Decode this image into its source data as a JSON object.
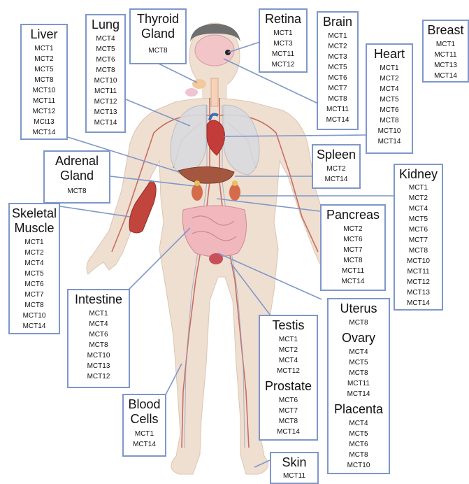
{
  "diagram": {
    "accent_color": "#7f97c9",
    "organs": [
      {
        "id": "liver",
        "title": [
          "Liver"
        ],
        "genes": [
          "MCT1",
          "MCT2",
          "MCT5",
          "MCT8",
          "MCT10",
          "MCT11",
          "MCT12",
          "MCt13",
          "MCT14"
        ]
      },
      {
        "id": "lung",
        "title": [
          "Lung"
        ],
        "genes": [
          "MCT4",
          "MCT5",
          "MCT6",
          "MCT8",
          "MCT10",
          "MCT11",
          "MCT12",
          "MCT13",
          "MCT14"
        ]
      },
      {
        "id": "thyroid",
        "title": [
          "Thyroid",
          "Gland"
        ],
        "genes": [
          "MCT8"
        ]
      },
      {
        "id": "retina",
        "title": [
          "Retina"
        ],
        "genes": [
          "MCT1",
          "MCT3",
          "MCT11",
          "MCT12"
        ]
      },
      {
        "id": "brain",
        "title": [
          "Brain"
        ],
        "genes": [
          "MCT1",
          "MCT2",
          "MCT3",
          "MCT5",
          "MCT6",
          "MCT7",
          "MCT8",
          "MCT11",
          "MCT14"
        ]
      },
      {
        "id": "breast",
        "title": [
          "Breast"
        ],
        "genes": [
          "MCT1",
          "MCT11",
          "MCT13",
          "MCT14"
        ]
      },
      {
        "id": "heart",
        "title": [
          "Heart"
        ],
        "genes": [
          "MCT1",
          "MCT2",
          "MCT4",
          "MCT5",
          "MCT6",
          "MCT8",
          "MCT10",
          "MCT14"
        ]
      },
      {
        "id": "adrenal",
        "title": [
          "Adrenal",
          "Gland"
        ],
        "genes": [
          "MCT8"
        ]
      },
      {
        "id": "spleen",
        "title": [
          "Spleen"
        ],
        "genes": [
          "MCT2",
          "MCT14"
        ]
      },
      {
        "id": "kidney",
        "title": [
          "Kidney"
        ],
        "genes": [
          "MCT1",
          "MCT2",
          "MCT4",
          "MCT5",
          "MCT6",
          "MCT7",
          "MCT8",
          "MCT10",
          "MCT11",
          "MCT12",
          "MCT13",
          "MCT14"
        ]
      },
      {
        "id": "skeletal",
        "title": [
          "Skeletal",
          "Muscle"
        ],
        "genes": [
          "MCT1",
          "MCT2",
          "MCT4",
          "MCT5",
          "MCT6",
          "MCT7",
          "MCT8",
          "MCT10",
          "MCT14"
        ]
      },
      {
        "id": "pancreas",
        "title": [
          "Pancreas"
        ],
        "genes": [
          "MCT2",
          "MCT6",
          "MCT7",
          "MCT8",
          "MCT11",
          "MCT14"
        ]
      },
      {
        "id": "intestine",
        "title": [
          "Intestine"
        ],
        "genes": [
          "MCT1",
          "MCT4",
          "MCT6",
          "MCT8",
          "MCT10",
          "MCT13",
          "MCT12"
        ]
      },
      {
        "id": "testis",
        "title": [
          "Testis"
        ],
        "genes": [
          "MCT1",
          "MCT2",
          "MCT4",
          "MCT12"
        ],
        "sub_title": "Prostate",
        "sub_genes": [
          "MCT6",
          "MCT7",
          "MCT8",
          "MCT14"
        ]
      },
      {
        "id": "uterus",
        "title": [
          "Uterus"
        ],
        "genes": [
          "MCT8"
        ],
        "sections": [
          {
            "title": "Ovary",
            "genes": [
              "MCT4",
              "MCT5",
              "MCT8",
              "MCT11",
              "MCT14"
            ]
          },
          {
            "title": "Placenta",
            "genes": [
              "MCT4",
              "MCT5",
              "MCT6",
              "MCT8",
              "MCT10"
            ]
          }
        ]
      },
      {
        "id": "blood",
        "title": [
          "Blood",
          "Cells"
        ],
        "genes": [
          "MCT1",
          "MCT14"
        ]
      },
      {
        "id": "skin",
        "title": [
          "Skin"
        ],
        "genes": [
          "MCT11"
        ]
      }
    ]
  }
}
